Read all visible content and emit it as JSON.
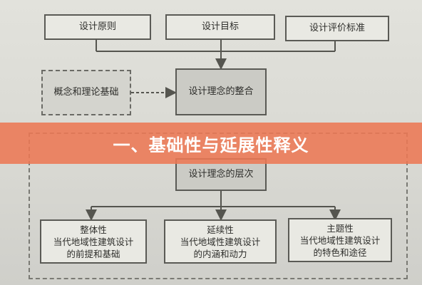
{
  "diagram": {
    "top_boxes": [
      "设计原则",
      "设计目标",
      "设计评价标准"
    ],
    "concept_box": "概念和理论基础",
    "integration_box": "设计理念的整合",
    "levels_box": "设计理念的层次",
    "bottom_boxes": [
      {
        "title": "整体性",
        "line1": "当代地域性建筑设计",
        "line2": "的前提和基础"
      },
      {
        "title": "延续性",
        "line1": "当代地域性建筑设计",
        "line2": "的内涵和动力"
      },
      {
        "title": "主题性",
        "line1": "当代地域性建筑设计",
        "line2": "的特色和途径"
      }
    ]
  },
  "banner": {
    "title": "一、基础性与延展性释义",
    "color": "#ec7854"
  }
}
